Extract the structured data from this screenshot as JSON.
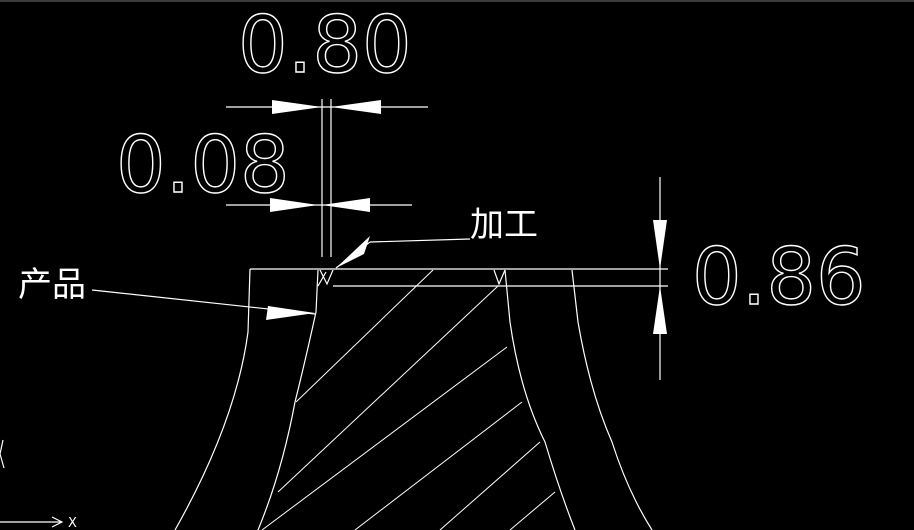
{
  "drawing": {
    "background": "#000000",
    "line_color": "#ffffff",
    "dimensions": {
      "top_width": "0.80",
      "chamfer_width": "0.08",
      "cut_depth": "0.86"
    },
    "labels": {
      "product": "产品",
      "machining": "加工"
    },
    "ucs_axis": "X"
  }
}
